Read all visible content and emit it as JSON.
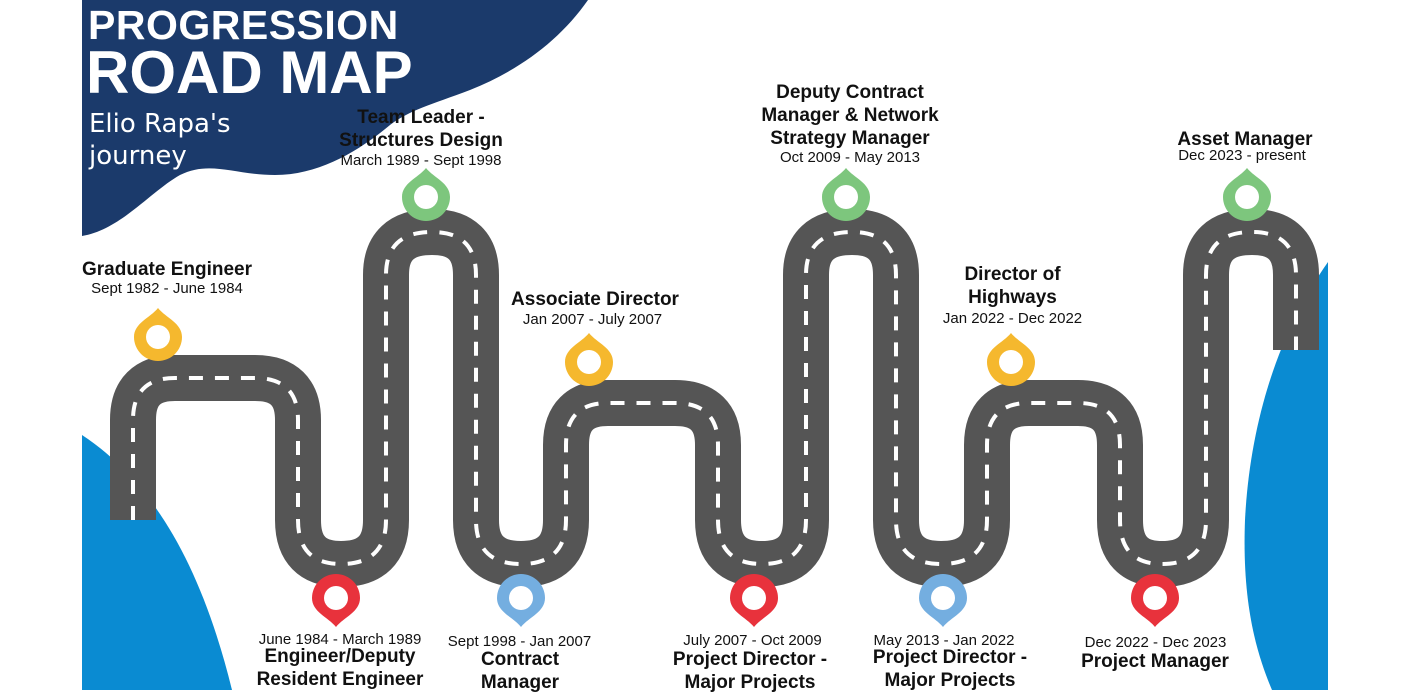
{
  "header": {
    "title_line1": "PROGRESSION",
    "title_line2": "ROAD MAP",
    "subtitle": "Elio Rapa's journey"
  },
  "colors": {
    "header_blue": "#1b3a6b",
    "accent_blue": "#0a8bd2",
    "road": "#555555",
    "pin_yellow": "#f5b82e",
    "pin_green": "#7dc67d",
    "pin_red": "#e8323c",
    "pin_blue": "#74aee0"
  },
  "milestones": [
    {
      "title": "Graduate Engineer",
      "dates": "Sept 1982 - June 1984",
      "pin": "yellow"
    },
    {
      "title": "Engineer/Deputy Resident Engineer",
      "dates": "June 1984 - March 1989",
      "pin": "red"
    },
    {
      "title": "Team Leader - Structures Design",
      "dates": "March 1989 - Sept 1998",
      "pin": "green"
    },
    {
      "title": "Contract Manager",
      "dates": "Sept 1998 - Jan 2007",
      "pin": "blue"
    },
    {
      "title": "Associate Director",
      "dates": "Jan 2007 - July 2007",
      "pin": "yellow"
    },
    {
      "title": "Project Director - Major Projects",
      "dates": "July 2007 - Oct 2009",
      "pin": "red"
    },
    {
      "title": "Deputy Contract Manager & Network Strategy Manager",
      "dates": "Oct 2009 - May 2013",
      "pin": "green"
    },
    {
      "title": "Project Director - Major Projects",
      "dates": "May 2013 - Jan 2022",
      "pin": "blue"
    },
    {
      "title": "Director of Highways",
      "dates": "Jan 2022 - Dec 2022",
      "pin": "yellow"
    },
    {
      "title": "Project Manager",
      "dates": "Dec 2022 - Dec 2023",
      "pin": "red"
    },
    {
      "title": "Asset Manager",
      "dates": "Dec 2023 - present",
      "pin": "green"
    }
  ]
}
